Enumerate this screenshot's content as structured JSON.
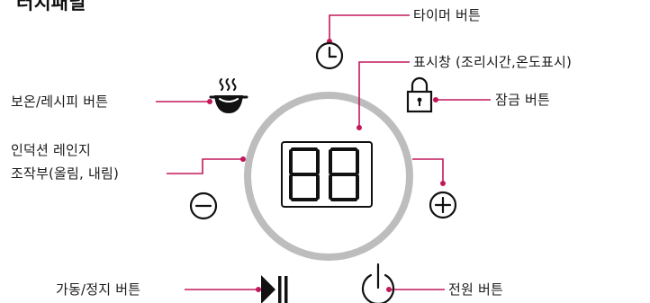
{
  "title": "터치패널",
  "labels": {
    "timer": "타이머 버튼",
    "display": "표시창 (조리시간,온도표시)",
    "keepwarm": "보온/레시피 버튼",
    "lock": "잠금 버튼",
    "adjust_line1": "인덕션 레인지",
    "adjust_line2": "조작부(올림, 내림)",
    "startstop": "가동/정지 버튼",
    "power": "전원 버튼"
  },
  "display_digits": "88",
  "colors": {
    "leader_line": "#c2185b",
    "ring": "#bdbdbd",
    "icon": "#111111"
  },
  "icons": [
    "timer-icon",
    "lock-icon",
    "keep-warm-pot-icon",
    "minus-icon",
    "plus-icon",
    "play-pause-icon",
    "power-icon"
  ]
}
